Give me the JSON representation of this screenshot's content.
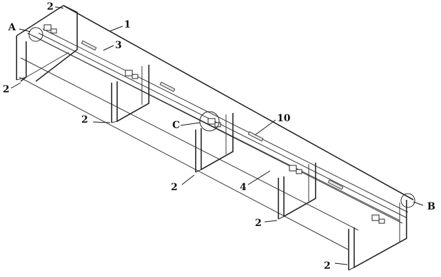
{
  "diagram": {
    "labels": {
      "A": "A",
      "B": "B",
      "C": "C",
      "part_1": "1",
      "part_2": "2",
      "part_3": "3",
      "part_4": "4",
      "part_10": "10"
    }
  }
}
